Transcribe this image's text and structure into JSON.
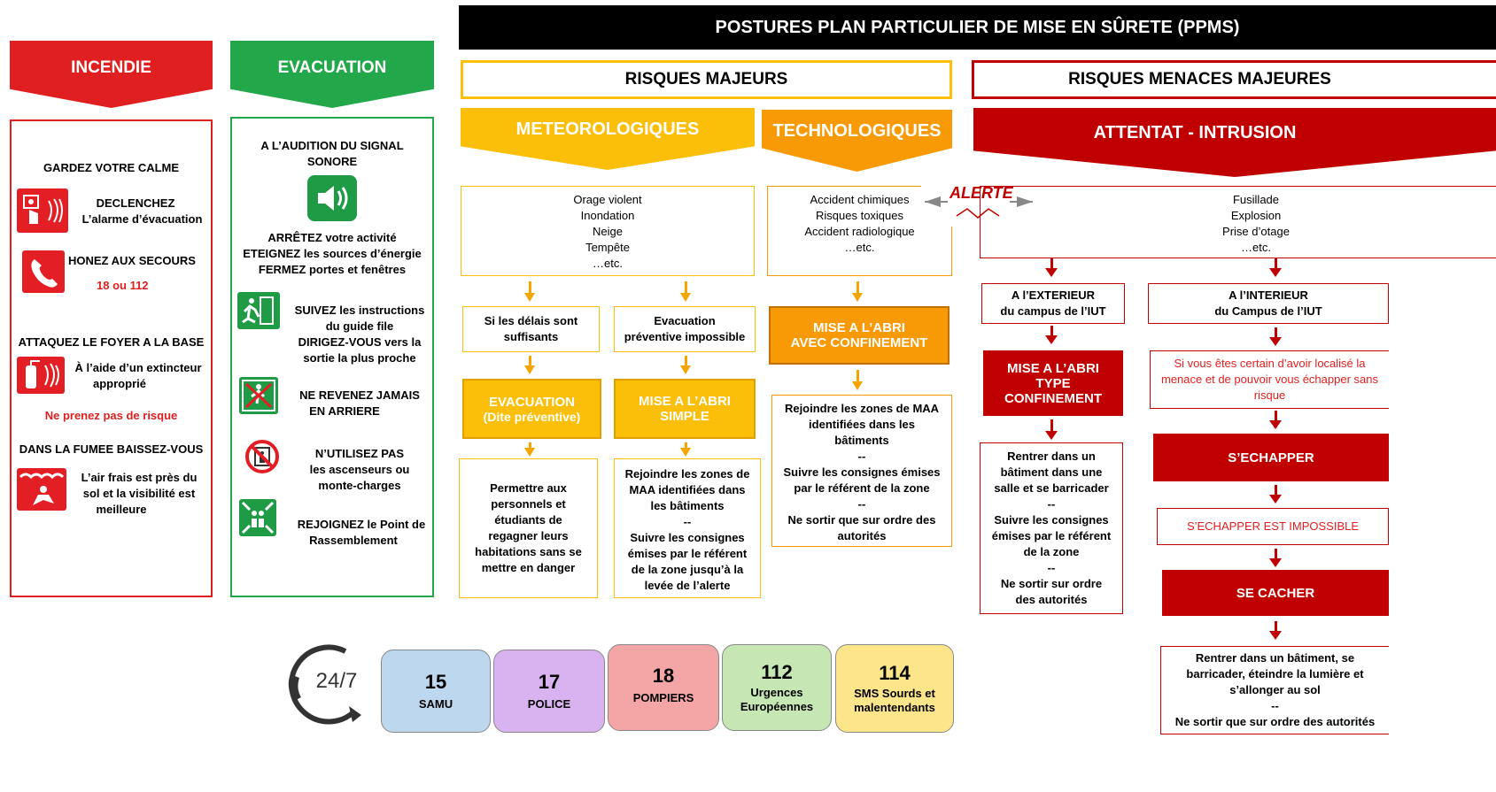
{
  "title": "POSTURES PLAN PARTICULIER DE MISE EN SÛRETE (PPMS)",
  "incendie": {
    "header": "INCENDIE",
    "calm": "GARDEZ VOTRE CALME",
    "declenchez_1": "DECLENCHEZ",
    "declenchez_2": "L’alarme d’évacuation",
    "phone": "HONEZ AUX SECOURS",
    "phone_numbers": "18 ou 112",
    "attaquez": "ATTAQUEZ LE FOYER A LA BASE",
    "extincteur_1": "À l’aide d’un extincteur",
    "extincteur_2": "approprié",
    "no_risk": "Ne prenez pas de risque",
    "fumee": "DANS LA FUMEE BAISSEZ-VOUS",
    "air_1": "L’air frais est près du",
    "air_2": "sol et la visibilité est",
    "air_3": "meilleure"
  },
  "evacuation": {
    "header": "EVACUATION",
    "signal_1": "A L’AUDITION DU SIGNAL",
    "signal_2": "SONORE",
    "arretez": "ARRÊTEZ votre activité",
    "eteignez": "ETEIGNEZ les sources d’énergie",
    "fermez": "FERMEZ portes et fenêtres",
    "suivez_1": "SUIVEZ les instructions",
    "suivez_2": "du guide file",
    "suivez_3": "DIRIGEZ-VOUS vers la",
    "suivez_4": "sortie la plus proche",
    "revenez_1": "NE REVENEZ JAMAIS",
    "revenez_2": "EN ARRIERE",
    "ascenseur_1": "N’UTILISEZ PAS",
    "ascenseur_2": "les ascenseurs ou",
    "ascenseur_3": "monte-charges",
    "rejoignez_1": "REJOIGNEZ le Point de",
    "rejoignez_2": "Rassemblement"
  },
  "risques_majeurs": {
    "header": "RISQUES MAJEURS",
    "meteo": {
      "header": "METEOROLOGIQUES",
      "items": [
        "Orage violent",
        "Inondation",
        "Neige",
        "Tempête",
        "…etc."
      ],
      "left_cond_1": "Si les délais sont",
      "left_cond_2": "suffisants",
      "right_cond_1": "Evacuation",
      "right_cond_2": "préventive impossible",
      "left_action_1": "EVACUATION",
      "left_action_2": "(Dite préventive)",
      "right_action_1": "MISE A L’ABRI",
      "right_action_2": "SIMPLE",
      "left_detail": [
        "Permettre aux",
        "personnels et",
        "étudiants de",
        "regagner leurs",
        "habitations sans se",
        "mettre en danger"
      ],
      "right_detail": [
        "Rejoindre les zones de",
        "MAA identifiées dans",
        "les bâtiments",
        "--",
        "Suivre les consignes",
        "émises par le référent",
        "de la zone jusqu’à la",
        "levée de l’alerte"
      ]
    },
    "techno": {
      "header": "TECHNOLOGIQUES",
      "items": [
        "Accident chimiques",
        "Risques toxiques",
        "Accident radiologique",
        "…etc."
      ],
      "action_1": "MISE A L’ABRI",
      "action_2": "AVEC CONFINEMENT",
      "detail": [
        "Rejoindre les zones de MAA",
        "identifiées dans les",
        "bâtiments",
        "--",
        "Suivre les consignes émises",
        "par le référent de la zone",
        "--",
        "Ne sortir que sur ordre des",
        "autorités"
      ]
    }
  },
  "alerte_logo": "ALERTE",
  "menaces": {
    "header": "RISQUES MENACES MAJEURES",
    "attentat": "ATTENTAT - INTRUSION",
    "items": [
      "Fusillade",
      "Explosion",
      "Prise d’otage",
      "…etc."
    ],
    "ext_1": "A l’EXTERIEUR",
    "ext_2": "du campus de l’IUT",
    "int_1": "A l’INTERIEUR",
    "int_2": "du Campus de l’IUT",
    "ext_action": [
      "MISE A L’ABRI",
      "TYPE",
      "CONFINEMENT"
    ],
    "ext_detail": [
      "Rentrer dans un",
      "bâtiment dans une",
      "salle et se barricader",
      "--",
      "Suivre les consignes",
      "émises par le référent",
      "de la zone",
      "--",
      "Ne sortir sur ordre",
      "des autorités"
    ],
    "int_cond": [
      "Si vous êtes certain d’avoir localisé la",
      "menace et de pouvoir vous échapper sans",
      "risque"
    ],
    "echapper": "S’ECHAPPER",
    "impossible": "S’ECHAPPER EST IMPOSSIBLE",
    "cacher": "SE CACHER",
    "int_detail": [
      "Rentrer dans un bâtiment, se",
      "barricader, éteindre la lumière et",
      "s’allonger au sol",
      "--",
      "Ne sortir que sur ordre des autorités"
    ]
  },
  "hours": "24/7",
  "numbers": [
    {
      "num": "15",
      "label": "SAMU",
      "color": "#bdd7ee"
    },
    {
      "num": "17",
      "label": "POLICE",
      "color": "#d9b3f0"
    },
    {
      "num": "18",
      "label": "POMPIERS",
      "color": "#f4a6a6"
    },
    {
      "num": "112",
      "label": "Urgences Européennes",
      "color": "#c6e7b4"
    },
    {
      "num": "114",
      "label": "SMS Sourds et malentendants",
      "color": "#fde58a"
    }
  ]
}
